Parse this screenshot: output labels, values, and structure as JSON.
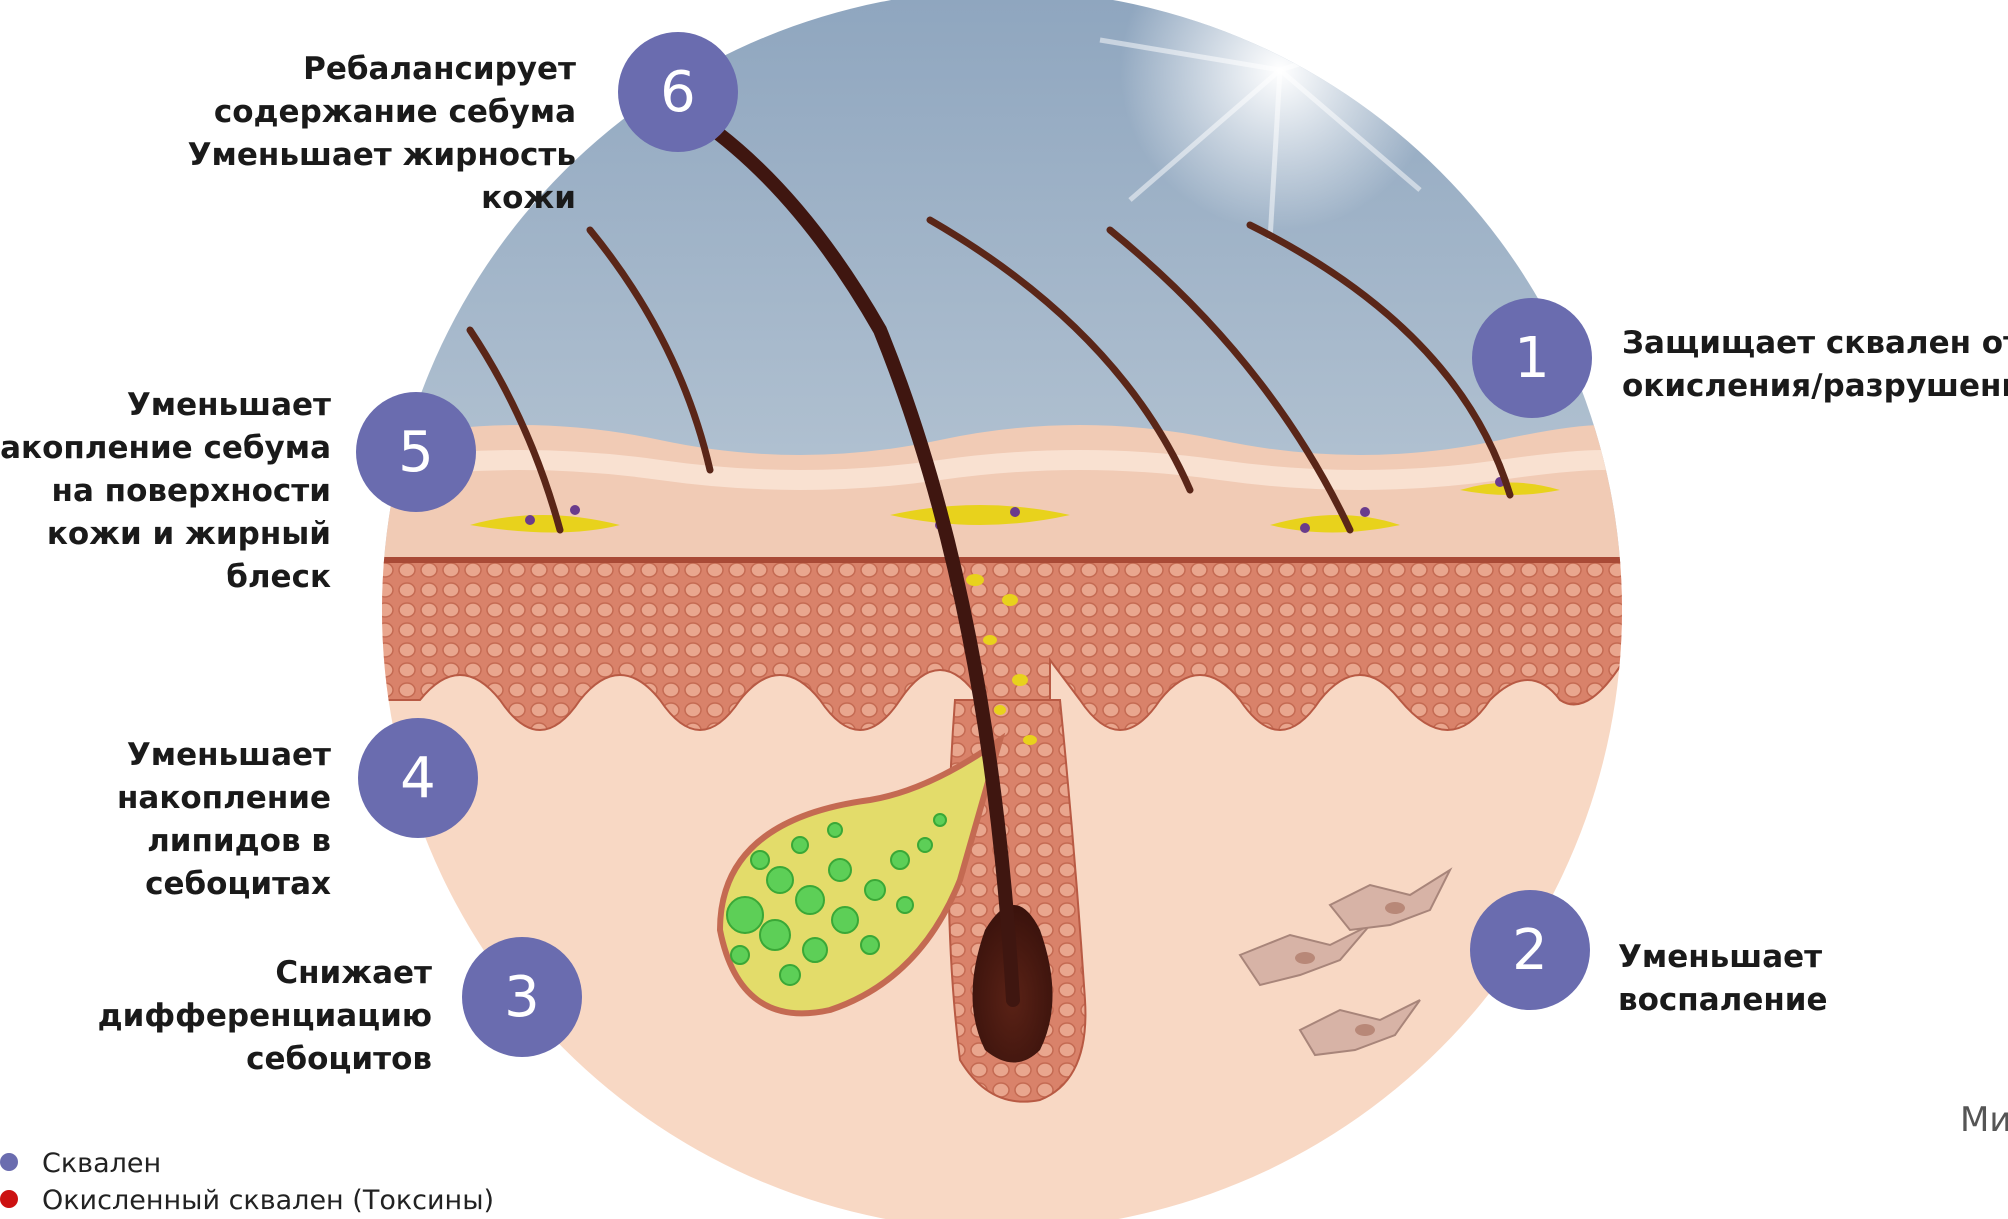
{
  "benefits": [
    {
      "number": "1",
      "lines": [
        "Защищает сквален от",
        "окисления/разрушения"
      ]
    },
    {
      "number": "2",
      "lines": [
        "Уменьшает",
        "воспаление"
      ]
    },
    {
      "number": "3",
      "lines": [
        "Снижает",
        "дифференциацию",
        "себоцитов"
      ]
    },
    {
      "number": "4",
      "lines": [
        "Уменьшает",
        "накопление",
        "липидов в",
        "себоцитах"
      ]
    },
    {
      "number": "5",
      "lines": [
        "Уменьшает",
        "накопление себума",
        "на поверхности",
        "кожи и жирный",
        "блеск"
      ]
    },
    {
      "number": "6",
      "lines": [
        "Ребалансирует",
        "содержание себума",
        "Уменьшает жирность",
        "кожи"
      ]
    }
  ],
  "legend": [
    {
      "label": "Сквален",
      "color": "#6a6caf"
    },
    {
      "label": "Окисленный сквален (Токсины)",
      "color": "#cc1111"
    }
  ],
  "logo_fragment": "Ми",
  "colors": {
    "badge": "#6a6caf",
    "sky": "#9fb3c8",
    "epidermis": "#d98a72",
    "dermis": "#f6d5c0",
    "hair": "#4a1a12",
    "sebum": "#e8d21c",
    "sebocyte": "#5ccf55"
  }
}
